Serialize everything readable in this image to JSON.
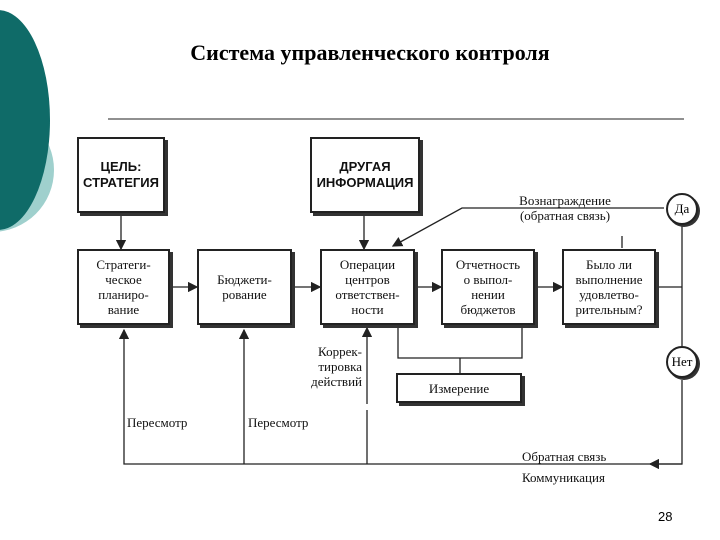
{
  "title": "Система управленческого контроля",
  "page_number": "28",
  "boxes": {
    "goal": "ЦЕЛЬ:\nСТРАТЕГИЯ",
    "other_info": "ДРУГАЯ\nИНФОРМАЦИЯ",
    "strategic_planning": "Стратеги-\nческое\nпланиро-\nвание",
    "budgeting": "Бюджети-\nрование",
    "operations": "Операции\nцентров\nответствен-\nности",
    "reporting": "Отчетность\nо выпол-\nнении\nбюджетов",
    "satisfactory": "Было ли\nвыполнение\nудовлетво-\nрительным?",
    "measurement": "Измерение"
  },
  "decisions": {
    "yes": "Да",
    "no": "Нет"
  },
  "labels": {
    "reward": "Вознаграждение\n(обратная связь)",
    "correction": "Коррек-\nтировка\nдействий",
    "revision_1": "Пересмотр",
    "revision_2": "Пересмотр",
    "feedback": "Обратная связь",
    "communication": "Коммуникация"
  },
  "colors": {
    "teal": "#0f6b68",
    "light_teal": "#9fd0cd",
    "ink": "#222222"
  }
}
